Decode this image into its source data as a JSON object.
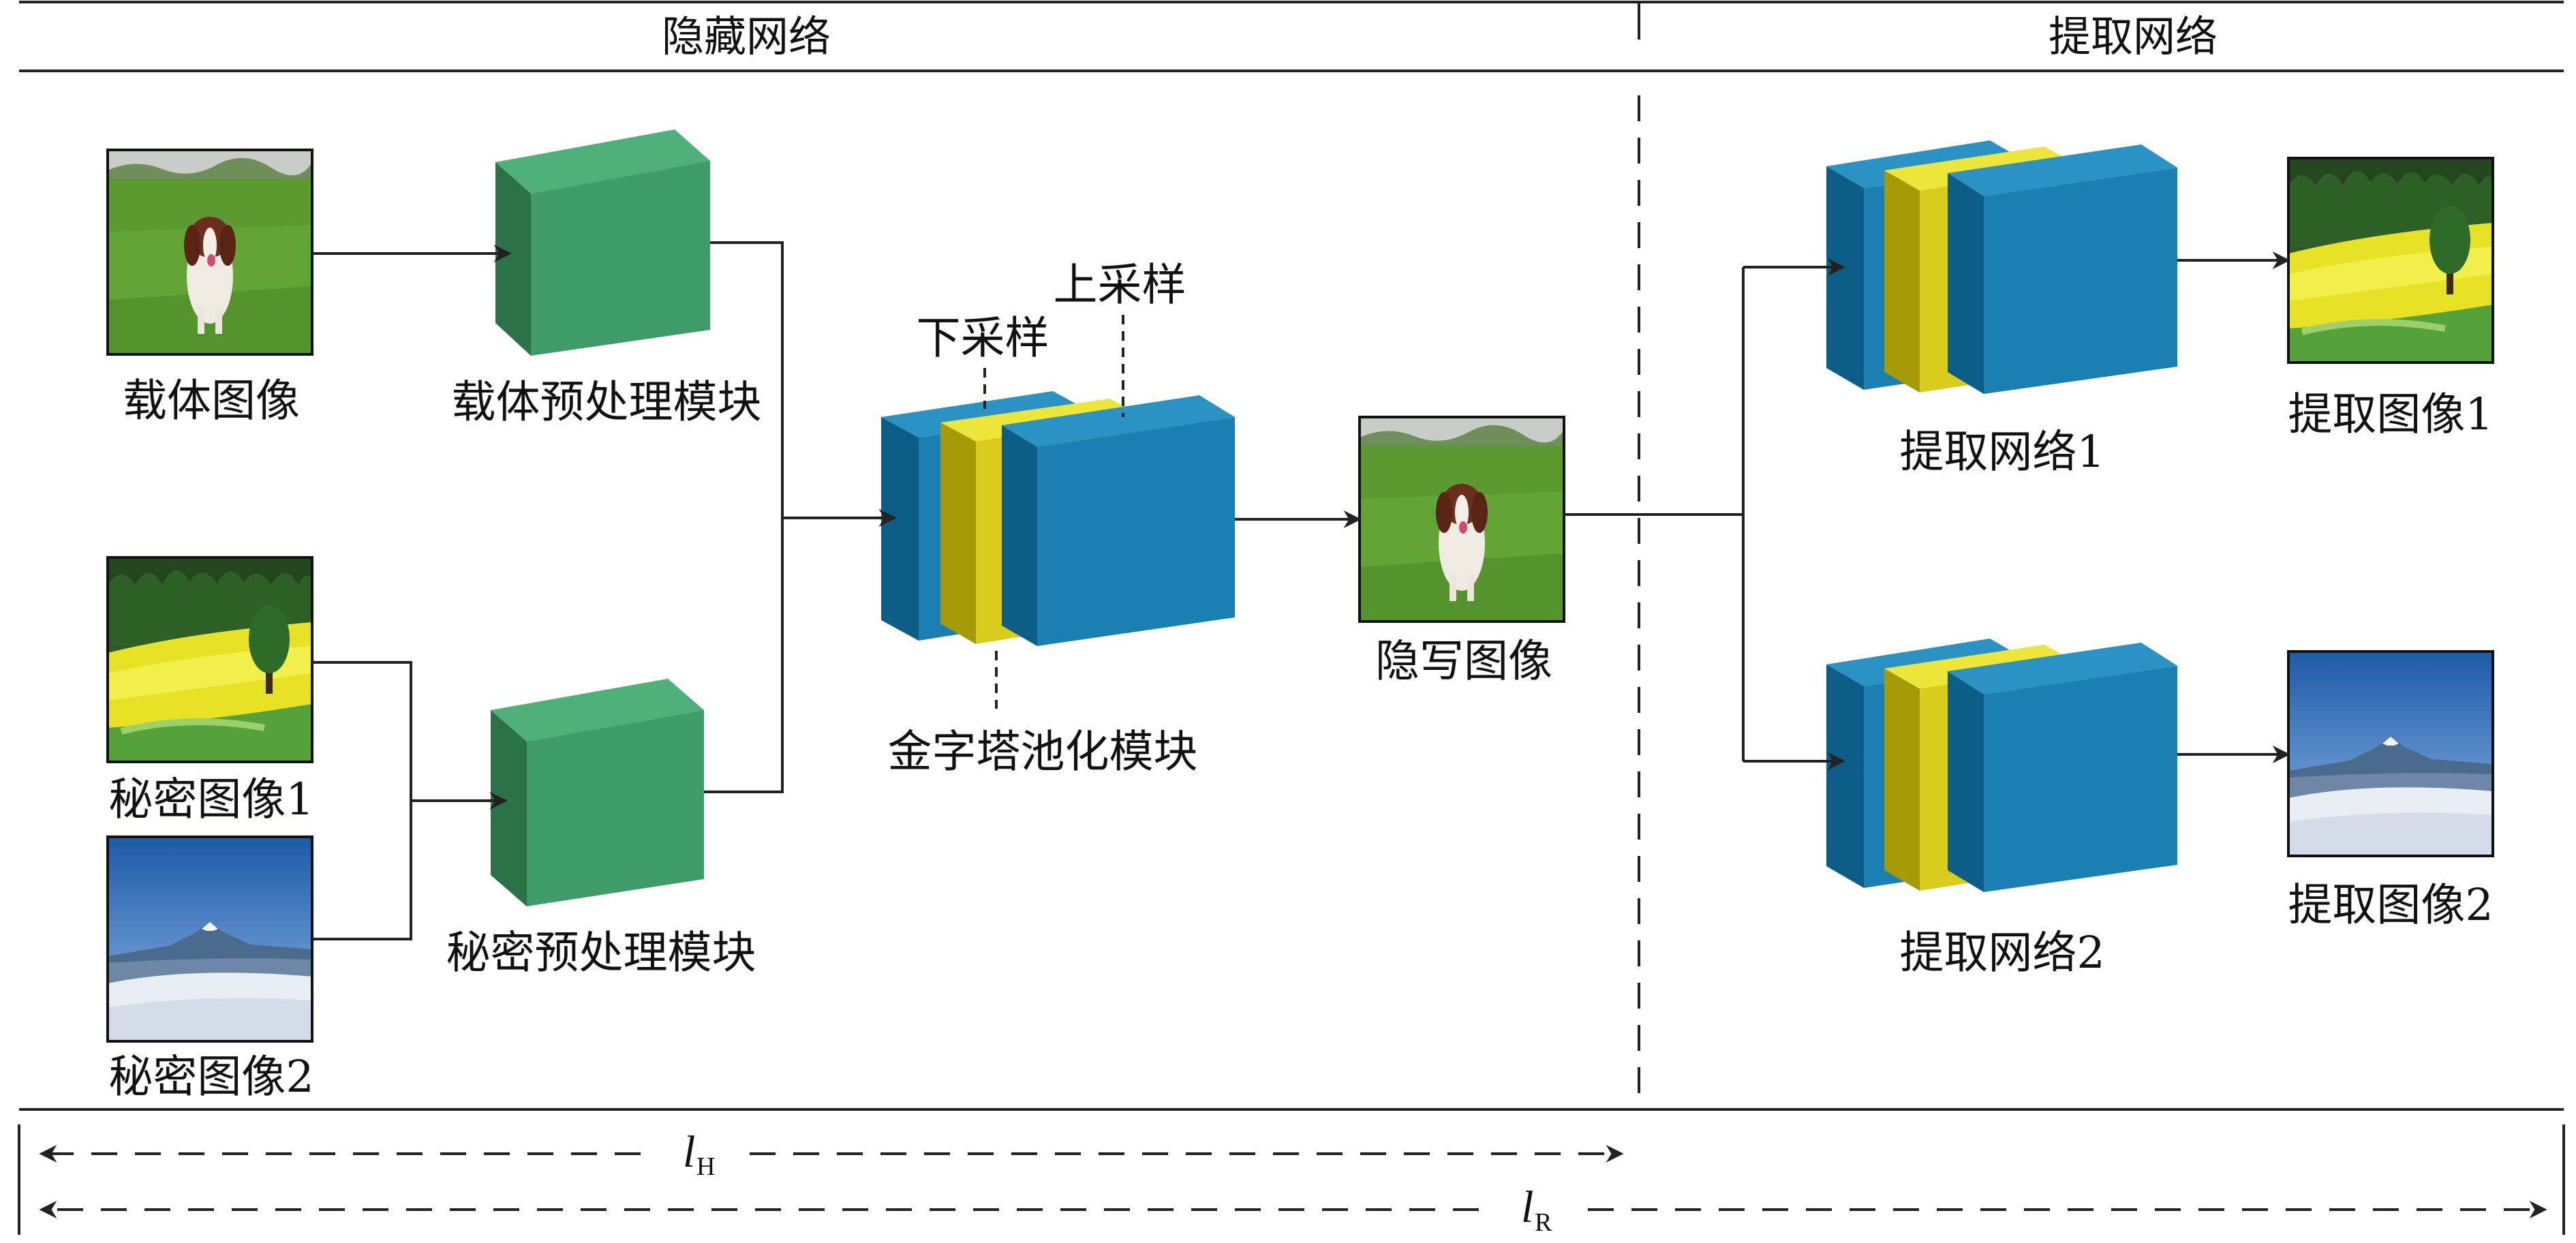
{
  "headers": {
    "hiding_network": "隐藏网络",
    "extraction_network": "提取网络"
  },
  "inputs": {
    "cover_image": "载体图像",
    "secret_image_1": "秘密图像1",
    "secret_image_2": "秘密图像2"
  },
  "modules": {
    "cover_preprocess": "载体预处理模块",
    "secret_preprocess": "秘密预处理模块",
    "pyramid_pooling": "金字塔池化模块",
    "downsample": "下采样",
    "upsample": "上采样"
  },
  "outputs": {
    "stego_image": "隐写图像",
    "extract_network_1": "提取网络1",
    "extract_network_2": "提取网络2",
    "extracted_image_1": "提取图像1",
    "extracted_image_2": "提取图像2"
  },
  "loss": {
    "lh_symbol": "l",
    "lh_subscript": "H",
    "lr_symbol": "l",
    "lr_subscript": "R"
  },
  "colors": {
    "module_green_front": "#3f9b68",
    "module_green_top": "#4fb07a",
    "module_green_side": "#2b7249",
    "block_blue_front": "#1b7fb1",
    "block_blue_top": "#2a93c4",
    "block_blue_side": "#0c5d87",
    "block_yellow_front": "#d9cc1c",
    "block_yellow_top": "#ece53a",
    "block_yellow_side": "#a69a06",
    "line": "#222222"
  },
  "icons": {
    "dog_photo": "dog-on-grass-photo",
    "field_photo": "yellow-rapeseed-field-photo",
    "mountain_photo": "snowy-mountain-photo"
  }
}
